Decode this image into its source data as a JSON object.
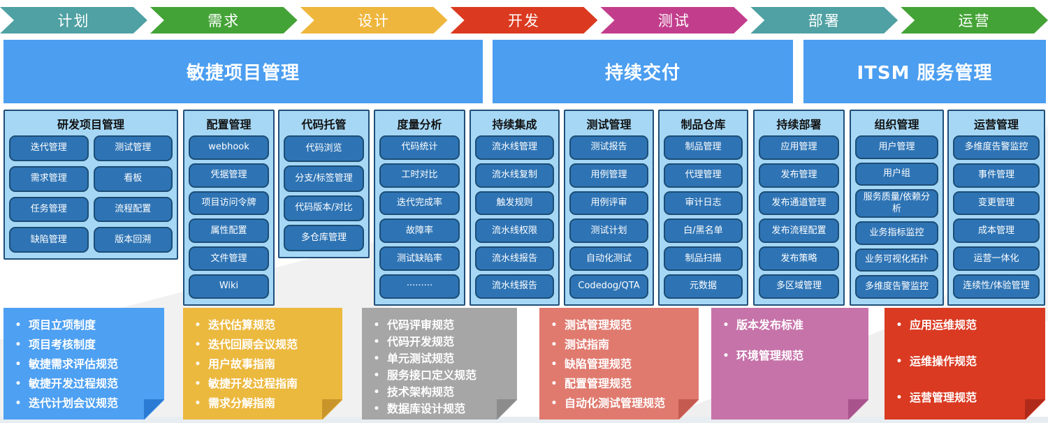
{
  "process_steps": [
    {
      "label": "计划",
      "color": "#4fa1a3"
    },
    {
      "label": "需求",
      "color": "#44a336"
    },
    {
      "label": "设计",
      "color": "#efb63d"
    },
    {
      "label": "开发",
      "color": "#db3a20"
    },
    {
      "label": "测试",
      "color": "#c23e8c"
    },
    {
      "label": "部署",
      "color": "#4fa1a3"
    },
    {
      "label": "运营",
      "color": "#44a336"
    }
  ],
  "sections": [
    {
      "title": "敏捷项目管理"
    },
    {
      "title": "持续交付"
    },
    {
      "title": "ITSM 服务管理"
    }
  ],
  "columns": [
    {
      "title": "研发项目管理",
      "items": [
        "迭代管理",
        "测试管理",
        "需求管理",
        "看板",
        "任务管理",
        "流程配置",
        "缺陷管理",
        "版本回溯"
      ]
    },
    {
      "title": "配置管理",
      "items": [
        "webhook",
        "凭据管理",
        "项目访问令牌",
        "属性配置",
        "文件管理",
        "Wiki"
      ]
    },
    {
      "title": "代码托管",
      "items": [
        "代码浏览",
        "分支/标签管理",
        "代码版本/对比",
        "多仓库管理"
      ]
    },
    {
      "title": "度量分析",
      "items": [
        "代码统计",
        "工时对比",
        "迭代完成率",
        "故障率",
        "测试缺陷率",
        "·········"
      ]
    },
    {
      "title": "持续集成",
      "items": [
        "流水线管理",
        "流水线复制",
        "触发规则",
        "流水线权限",
        "流水线报告",
        "流水线报告"
      ]
    },
    {
      "title": "测试管理",
      "items": [
        "测试报告",
        "用例管理",
        "用例评审",
        "测试计划",
        "自动化测试",
        "Codedog/QTA"
      ]
    },
    {
      "title": "制品仓库",
      "items": [
        "制品管理",
        "代理管理",
        "审计日志",
        "白/黑名单",
        "制品扫描",
        "元数据"
      ]
    },
    {
      "title": "持续部署",
      "items": [
        "应用管理",
        "发布管理",
        "发布通道管理",
        "发布流程配置",
        "发布策略",
        "多区域管理"
      ]
    },
    {
      "title": "组织管理",
      "items": [
        "用户管理",
        "用户组",
        "服务质量/依赖分析",
        "业务指标监控",
        "业务可视化拓扑",
        "多维度告警监控"
      ]
    },
    {
      "title": "运营管理",
      "items": [
        "多维度告警监控",
        "事件管理",
        "变更管理",
        "成本管理",
        "运营一体化",
        "连续性/体验管理"
      ]
    }
  ],
  "notes": [
    {
      "color": "#4da0f2",
      "fold_color": "#2b7bd4",
      "items": [
        "项目立项制度",
        "项目考核制度",
        "敏捷需求评估规范",
        "敏捷开发过程规范",
        "迭代计划会议规范"
      ]
    },
    {
      "color": "#ecb93f",
      "fold_color": "#c9952a",
      "items": [
        "迭代估算规范",
        "迭代回顾会议规范",
        "用户故事指南",
        "敏捷开发过程指南",
        "需求分解指南"
      ]
    },
    {
      "color": "#a6a6a6",
      "fold_color": "#8c8c8c",
      "items": [
        "代码评审规范",
        "代码开发规范",
        "单元测试规范",
        "服务接口定义规范",
        "技术架构规范",
        "数据库设计规范"
      ]
    },
    {
      "color": "#e07a6f",
      "fold_color": "#c55b50",
      "items": [
        "测试管理规范",
        "测试指南",
        "缺陷管理规范",
        "配置管理规范",
        "自动化测试管理规范"
      ]
    },
    {
      "color": "#c673a9",
      "fold_color": "#a9538d",
      "items": [
        "版本发布标准",
        "环境管理规范"
      ]
    },
    {
      "color": "#da3a22",
      "fold_color": "#b02a1b",
      "items": [
        "应用运维规范",
        "运维操作规范",
        "运营管理规范"
      ]
    }
  ],
  "colors": {
    "section_blue": "#4b9ef0",
    "column_bg": "#a6d8f6",
    "column_border": "#1f4e79",
    "item_bg": "#2e74b5",
    "item_border": "#1c4d75"
  }
}
